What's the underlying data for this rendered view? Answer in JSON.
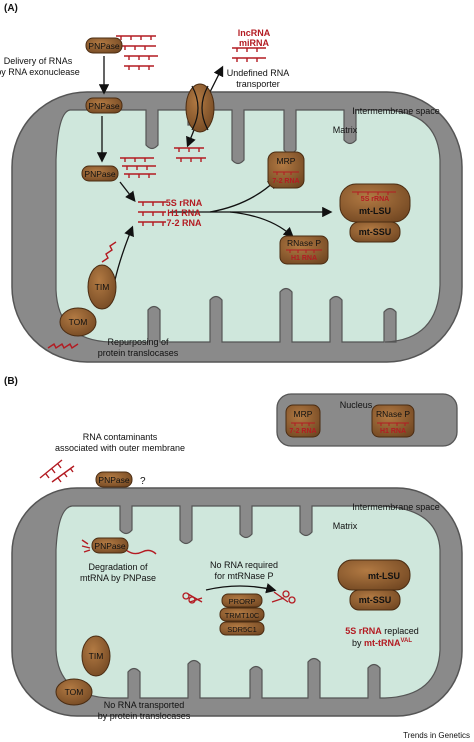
{
  "panel_a": {
    "label": "(A)",
    "pnpase": "PNPase",
    "delivery": [
      "Delivery of RNAs",
      "by RNA exonuclease"
    ],
    "lncrna": "lncRNA",
    "mirna": "miRNA",
    "transporter": [
      "Undefined RNA",
      "transporter"
    ],
    "ims": "Intermembrane space",
    "matrix": "Matrix",
    "mrp": "MRP",
    "mrp_rna": "7-2 RNA",
    "rnase_p": "RNase P",
    "rnase_p_rna": "H1 RNA",
    "rna_5s": "5S rRNA",
    "rna_h1": "H1 RNA",
    "rna_72": "7-2 RNA",
    "ribo_rna": "5S rRNA",
    "mt_lsu": "mt-LSU",
    "mt_ssu": "mt-SSU",
    "tim": "TIM",
    "tom": "TOM",
    "repurposing": [
      "Repurposing of",
      "protein translocases"
    ]
  },
  "panel_b": {
    "label": "(B)",
    "nucleus": "Nucleus",
    "mrp": "MRP",
    "mrp_rna": "7-2 RNA",
    "rnase_p": "RNase P",
    "rnase_p_rna": "H1 RNA",
    "contaminants": [
      "RNA contaminants",
      "associated with outer membrane"
    ],
    "pnpase": "PNPase",
    "question": "?",
    "ims": "Intermembrane space",
    "matrix": "Matrix",
    "degradation": [
      "Degradation of",
      "mtRNA by PNPase"
    ],
    "no_rna": [
      "No RNA required",
      "for mtRNase P"
    ],
    "prorp": "PRORP",
    "trmt10c": "TRMT10C",
    "sdr5c1": "SDR5C1",
    "mt_lsu": "mt-LSU",
    "mt_ssu": "mt-SSU",
    "replaced_1": "5S rRNA",
    "replaced_1b": " replaced",
    "replaced_2a": "by ",
    "replaced_2b": "mt-tRNA",
    "replaced_sup": "VAL",
    "tim": "TIM",
    "tom": "TOM",
    "no_transport": [
      "No RNA transported",
      "by protein translocases"
    ]
  },
  "footer": "Trends in Genetics",
  "colors": {
    "membrane": "#8a8a8a",
    "matrix": "#cfe7dc",
    "protein": "#8b5a2b",
    "rna": "#b31b22"
  }
}
